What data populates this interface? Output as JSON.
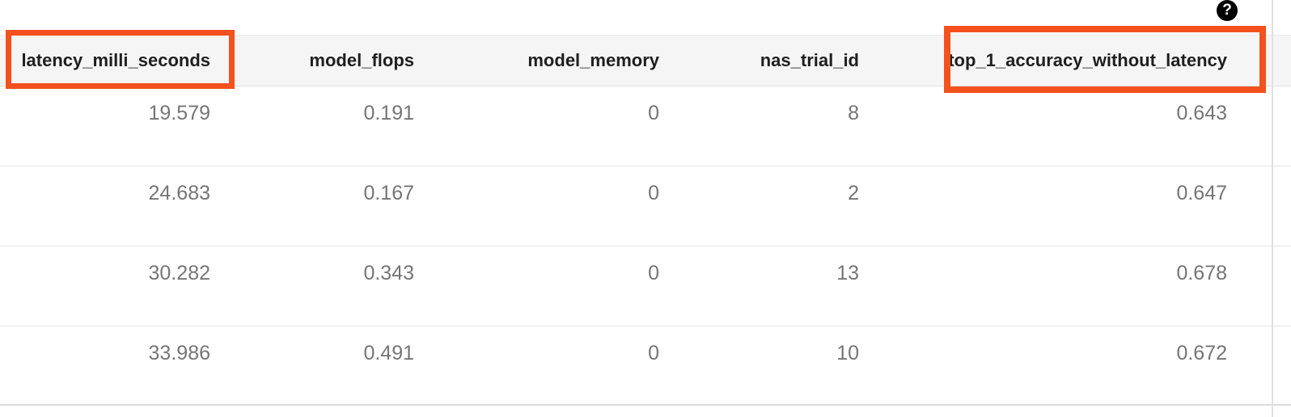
{
  "help": {
    "icon_glyph": "?"
  },
  "table": {
    "columns": [
      {
        "label": "latency_milli_seconds",
        "highlighted": true
      },
      {
        "label": "model_flops",
        "highlighted": false
      },
      {
        "label": "model_memory",
        "highlighted": false
      },
      {
        "label": "nas_trial_id",
        "highlighted": false
      },
      {
        "label": "top_1_accuracy_without_latency",
        "highlighted": true
      }
    ],
    "rows": [
      [
        "19.579",
        "0.191",
        "0",
        "8",
        "0.643"
      ],
      [
        "24.683",
        "0.167",
        "0",
        "2",
        "0.647"
      ],
      [
        "30.282",
        "0.343",
        "0",
        "13",
        "0.678"
      ],
      [
        "33.986",
        "0.491",
        "0",
        "10",
        "0.672"
      ]
    ]
  },
  "colors": {
    "highlight_box": "#f4511e",
    "header_background": "#f5f5f5",
    "row_border": "#e4e4e4",
    "header_text": "#1f1f1f",
    "cell_text": "#757575",
    "help_icon_background": "#000000",
    "help_icon_glyph": "#ffffff"
  }
}
